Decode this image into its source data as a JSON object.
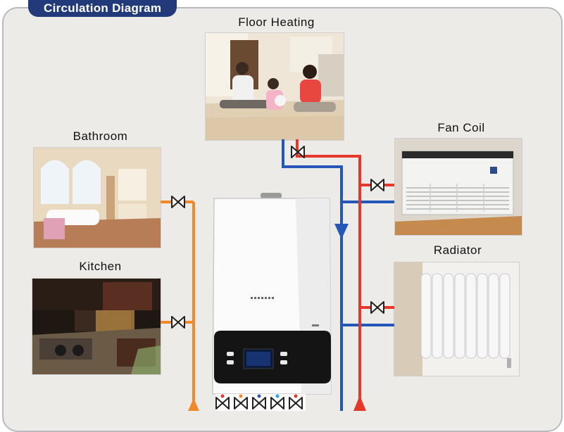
{
  "title": "Circulation Diagram",
  "labels": {
    "floor_heating": "Floor Heating",
    "bathroom": "Bathroom",
    "fan_coil": "Fan Coil",
    "kitchen": "Kitchen",
    "radiator": "Radiator"
  },
  "colors": {
    "hot_pipe": "#e5382b",
    "cold_pipe": "#2457b8",
    "domestic_pipe": "#f0892b",
    "title_bg": "#223a7a",
    "panel_bg": "#ecebe8"
  },
  "icons": [
    "valve-icon",
    "flow-arrow-icon",
    "boiler-icon"
  ]
}
